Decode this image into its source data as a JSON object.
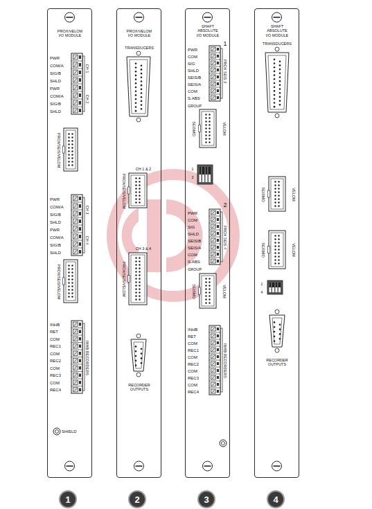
{
  "diagram": {
    "nodes": [
      {
        "text": [
          "PROX/VELOM I/O MODULE",
          "PWR",
          "COM/A",
          "SIG/B",
          "SHLD",
          "PWR",
          "COM/A",
          "SIG/B",
          "SHLD",
          "CH 1",
          "CH 2",
          "PROX/SEIS/VELOM",
          "PWR",
          "COM/A",
          "SIG/B",
          "SHLD",
          "PWR",
          "COM/A",
          "SIG/B",
          "SHLD",
          "CH 3",
          "CH 4",
          "PROX/SEIS/VELOM",
          "INHB",
          "RET",
          "COM",
          "REC1",
          "COM",
          "REC2",
          "COM",
          "REC3",
          "COM",
          "REC4",
          "INHB RECORDERS",
          "SHIELD"
        ]
      },
      {
        "text": [
          "PROX/VELOM I/O MODULE",
          "TRANSDUCERS",
          "CH 1 & 2",
          "PROX/SEIS/VELOM",
          "CH 3 & 4",
          "PROX/SEIS/VELOM",
          "RECORDER OUTPUTS"
        ]
      },
      {
        "text": [
          "SHAFT ABSOLUTE I/O MODULE",
          "1",
          "PWR",
          "COM",
          "SIG",
          "SHLD",
          "SEIS/B",
          "SEIS/A",
          "COM",
          "S.ABS",
          "PROX SEIS 3",
          "GROUP",
          "SEISMO",
          "VELOM",
          "1",
          "3",
          "2",
          "PWR",
          "COM",
          "SIG",
          "SHLD",
          "SEIS/B",
          "SEIS/A",
          "COM",
          "S.ABS",
          "PROX SEIS 4",
          "GROUP",
          "SEISMO",
          "VELOM",
          "INHB",
          "RET",
          "COM",
          "REC1",
          "COM",
          "REC2",
          "COM",
          "REC3",
          "COM",
          "REC4",
          "INHB RECORDERS"
        ]
      },
      {
        "text": [
          "SHAFT ABSOLUTE I/O MODULE",
          "TRANSDUCERS",
          "SEISMO",
          "VELOM",
          "SEISMO",
          "VELOM",
          "2",
          "4",
          "RECORDER OUTPUTS"
        ]
      },
      {
        "text": [
          "1"
        ]
      },
      {
        "text": [
          "2"
        ]
      },
      {
        "text": [
          "3"
        ]
      },
      {
        "text": [
          "4"
        ]
      }
    ]
  }
}
